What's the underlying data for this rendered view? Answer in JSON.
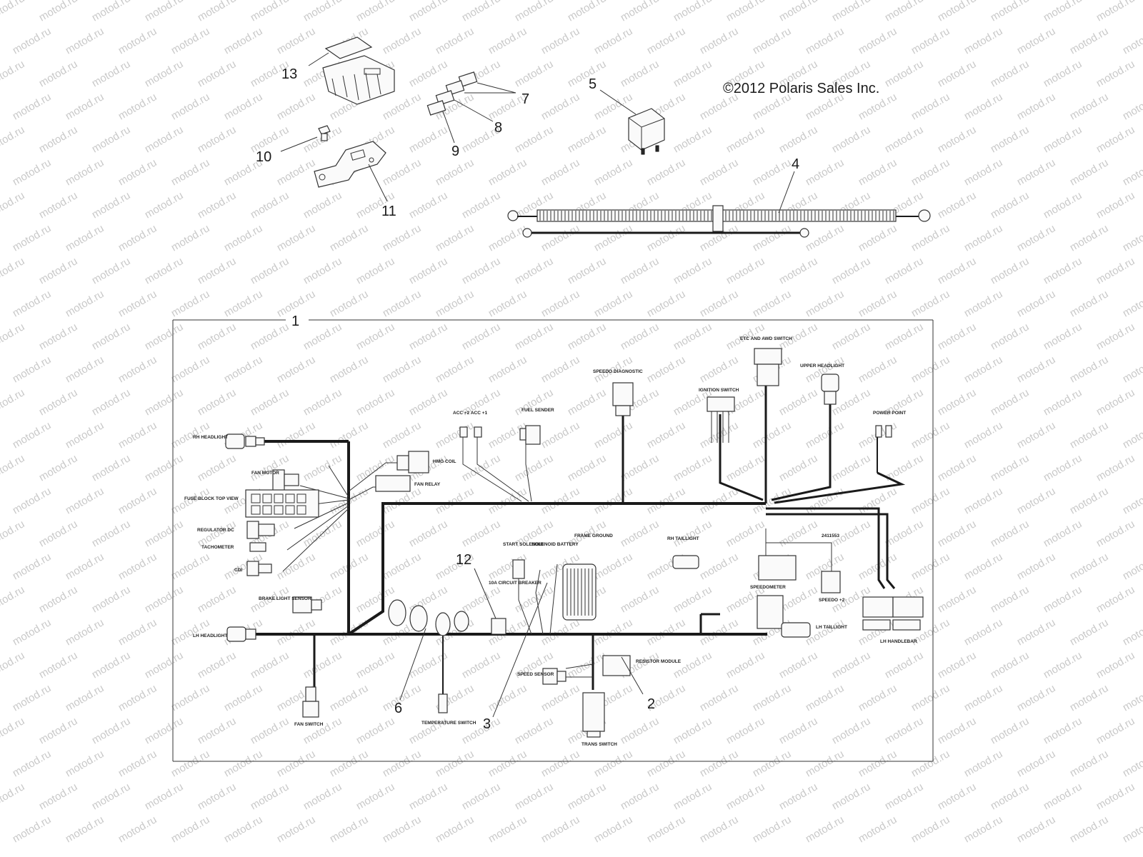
{
  "copyright": "©2012 Polaris Sales Inc.",
  "watermark": "motod.ru",
  "callouts": [
    "13",
    "7",
    "8",
    "9",
    "5",
    "10",
    "11",
    "4",
    "1",
    "12",
    "6",
    "3",
    "2"
  ],
  "labels": {
    "rh_headlight": "RH HEADLIGHT",
    "fan_motor": "FAN MOTOR",
    "hmg_coil": "HMG COIL",
    "fan_relay": "FAN RELAY",
    "fuse_block": "FUSE BLOCK TOP VIEW",
    "regulator": "REGULATOR DC",
    "tachometer": "TACHOMETER",
    "cdi": "CDI",
    "brake_light": "BRAKE LIGHT SENSOR",
    "lh_headlight": "LH HEADLIGHT",
    "fan_switch": "FAN SWITCH",
    "acc": "ACC +2   ACC +1",
    "fuel_sender": "FUEL SENDER",
    "speedo_diag": "SPEEDO DIAGNOSTIC",
    "etc_awd": "ETC AND AWD SWITCH",
    "ignition": "IGNITION SWITCH",
    "upper_headlight": "UPPER HEADLIGHT",
    "power_point": "POWER POINT",
    "start_solenoid": "START SOLENOID",
    "solenoid_battery": "SOLENOID BATTERY",
    "frame_ground": "FRAME GROUND",
    "circuit_breaker": "10A CIRCUIT BREAKER",
    "rh_taillight": "RH TAILLIGHT",
    "speedometer": "SPEEDOMETER",
    "speedo2": "SPEEDO +2",
    "lh_taillight": "LH TAILLIGHT",
    "lh_handlebar": "LH HANDLEBAR",
    "speed_sensor": "SPEED SENSOR",
    "resistor_module": "RESISTOR MODULE",
    "temp_switch": "TEMPERATURE SWITCH",
    "trans_switch": "TRANS SWITCH",
    "part_number": "2411553"
  }
}
